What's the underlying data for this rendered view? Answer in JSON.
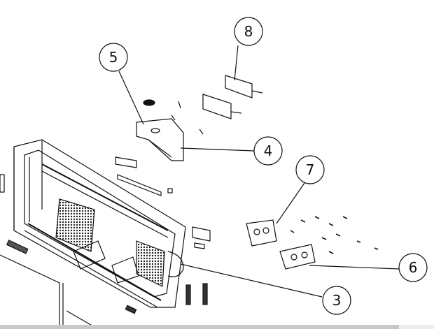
{
  "diagram": {
    "callouts": [
      {
        "label": "8"
      },
      {
        "label": "5"
      },
      {
        "label": "4"
      },
      {
        "label": "7"
      },
      {
        "label": "6"
      },
      {
        "label": "3"
      }
    ]
  }
}
